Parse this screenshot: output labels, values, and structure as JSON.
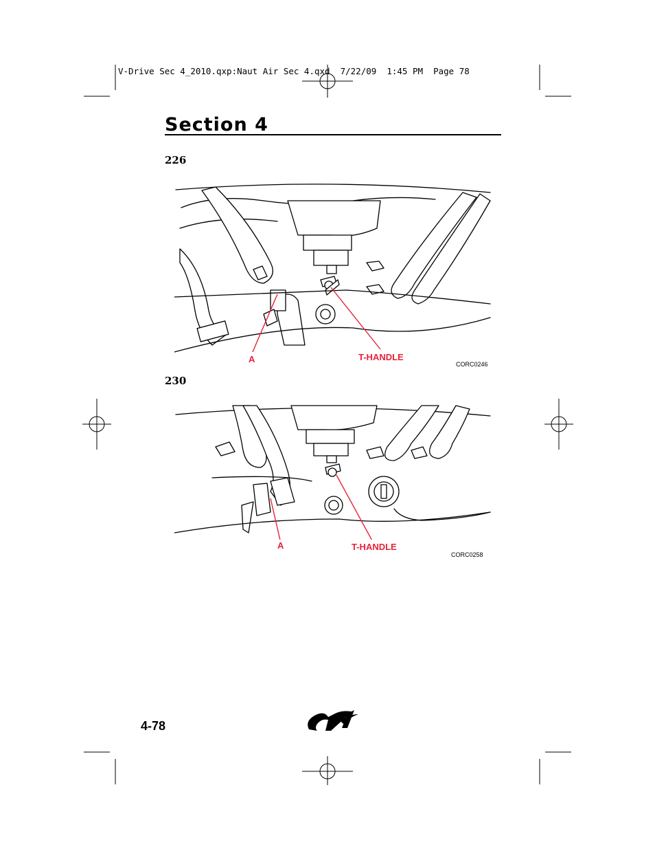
{
  "header": {
    "slug": "V-Drive Sec 4_2010.qxp:Naut Air Sec 4.qxd  7/22/09  1:45 PM  Page 78",
    "section_title": "Section 4"
  },
  "figures": [
    {
      "number": "226",
      "callouts": {
        "a": "A",
        "t_handle": "T-HANDLE"
      },
      "code": "CORC0246"
    },
    {
      "number": "230",
      "callouts": {
        "a": "A",
        "t_handle": "T-HANDLE"
      },
      "code": "CORC0258"
    }
  ],
  "footer": {
    "page_number": "4-78",
    "logo": "nautique-logo"
  },
  "colors": {
    "callout": "#e8213a",
    "ink": "#000000"
  }
}
